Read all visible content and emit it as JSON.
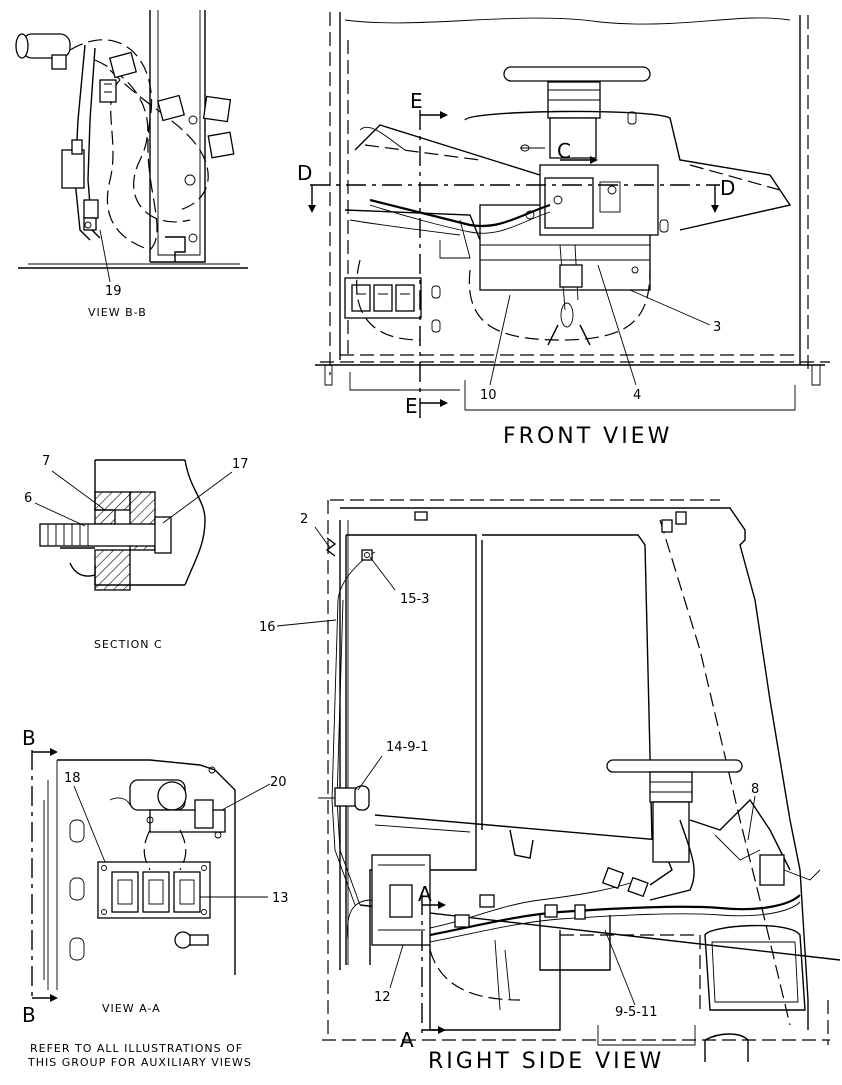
{
  "views": {
    "view_bb": {
      "caption": "VIEW B-B",
      "callouts": [
        "19"
      ]
    },
    "front_view": {
      "caption": "FRONT VIEW",
      "callouts": [
        "3",
        "4",
        "10"
      ],
      "section_markers": [
        "E",
        "E",
        "D",
        "D",
        "C"
      ]
    },
    "section_c": {
      "caption": "SECTION C",
      "callouts": [
        "7",
        "17",
        "6"
      ]
    },
    "right_side_view": {
      "caption": "RIGHT SIDE VIEW",
      "callouts": [
        "2",
        "15-3",
        "16",
        "14-9-1",
        "8",
        "12",
        "9-5-11"
      ],
      "section_markers": [
        "A",
        "A"
      ]
    },
    "view_aa": {
      "caption": "VIEW A-A",
      "callouts": [
        "18",
        "20",
        "13"
      ],
      "section_markers": [
        "B",
        "B"
      ]
    }
  },
  "note": {
    "line1": "REFER TO ALL ILLUSTRATIONS OF",
    "line2": "THIS GROUP FOR AUXILIARY VIEWS"
  }
}
